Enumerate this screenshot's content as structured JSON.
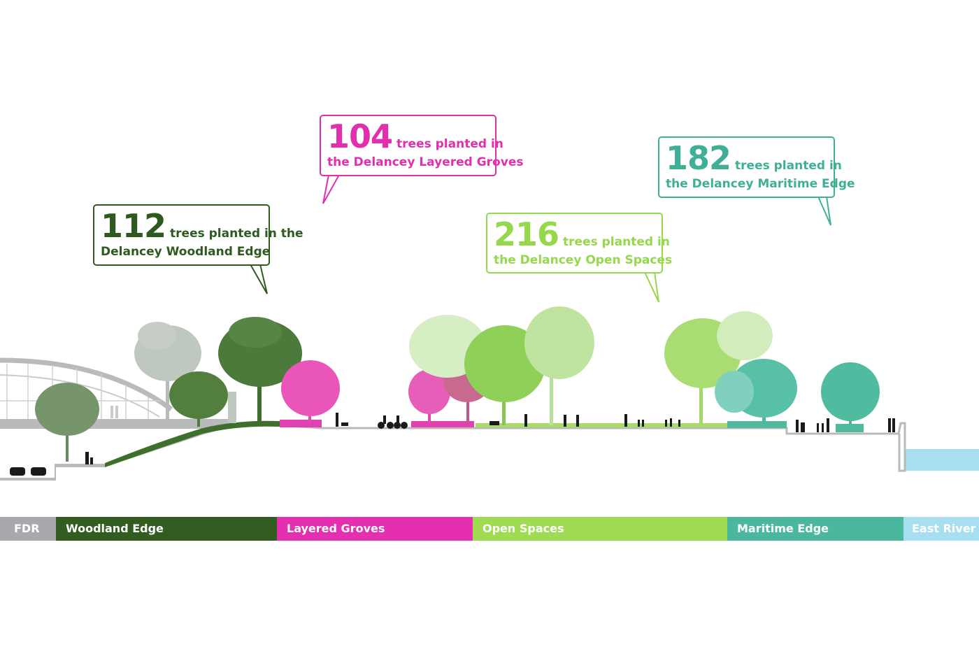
{
  "callouts": {
    "woodland": {
      "number": "112",
      "line1": "trees planted in the",
      "line2": "Delancey Woodland Edge",
      "color": "#2f5a1f"
    },
    "groves": {
      "number": "104",
      "line1": "trees planted in",
      "line2": "the Delancey Layered Groves",
      "color": "#e12fae"
    },
    "open": {
      "number": "216",
      "line1": "trees planted in",
      "line2": "the Delancey Open Spaces",
      "color": "#95d84b"
    },
    "maritime": {
      "number": "182",
      "line1": "trees planted in",
      "line2": "the Delancey Maritime Edge",
      "color": "#3fb096"
    }
  },
  "zones": [
    {
      "label": "FDR",
      "color": "#a7a9ac"
    },
    {
      "label": "Woodland Edge",
      "color": "#335c21"
    },
    {
      "label": "Layered Groves",
      "color": "#e32fb0"
    },
    {
      "label": "Open Spaces",
      "color": "#9fdb53"
    },
    {
      "label": "Maritime Edge",
      "color": "#4bb89d"
    },
    {
      "label": "East River",
      "color": "#a8dff0"
    }
  ]
}
